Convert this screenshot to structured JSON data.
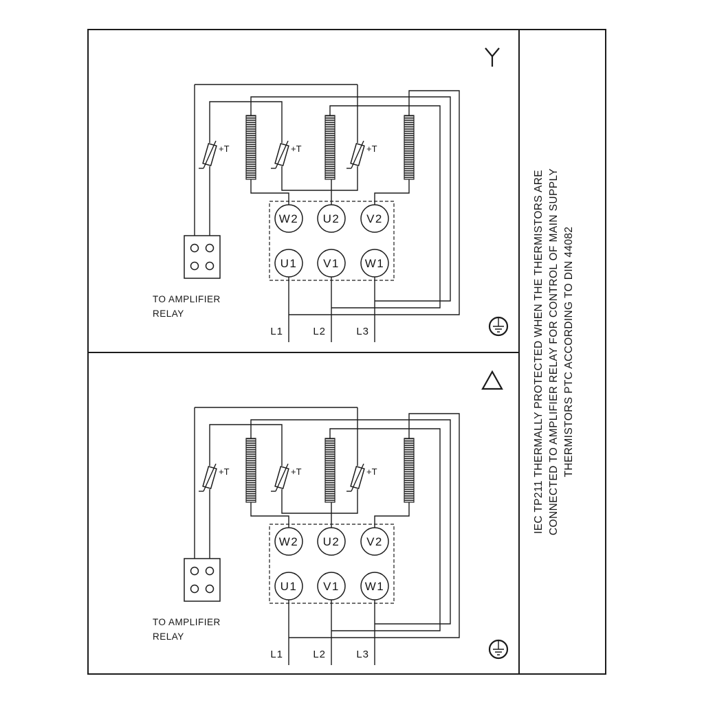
{
  "colors": {
    "ink": "#1b1b1b",
    "background": "#ffffff"
  },
  "panels": [
    {
      "id": "star",
      "symbol": "star-connection-icon"
    },
    {
      "id": "delta",
      "symbol": "delta-connection-icon"
    }
  ],
  "labels": {
    "terminals_top": [
      "W2",
      "U2",
      "V2"
    ],
    "terminals_bottom": [
      "U1",
      "V1",
      "W1"
    ],
    "supply": [
      "L1",
      "L2",
      "L3"
    ],
    "thermistor": "+T",
    "relay_line1": "TO AMPLIFIER",
    "relay_line2": "RELAY"
  },
  "note_panel": {
    "lines": [
      "IEC TP211 THERMALLY PROTECTED WHEN THE THERMISTORS ARE",
      "CONNECTED TO AMPLIFIER RELAY FOR CONTROL OF MAIN SUPPLY",
      "THERMISTORS PTC ACCORDING TO DIN 44082"
    ]
  }
}
